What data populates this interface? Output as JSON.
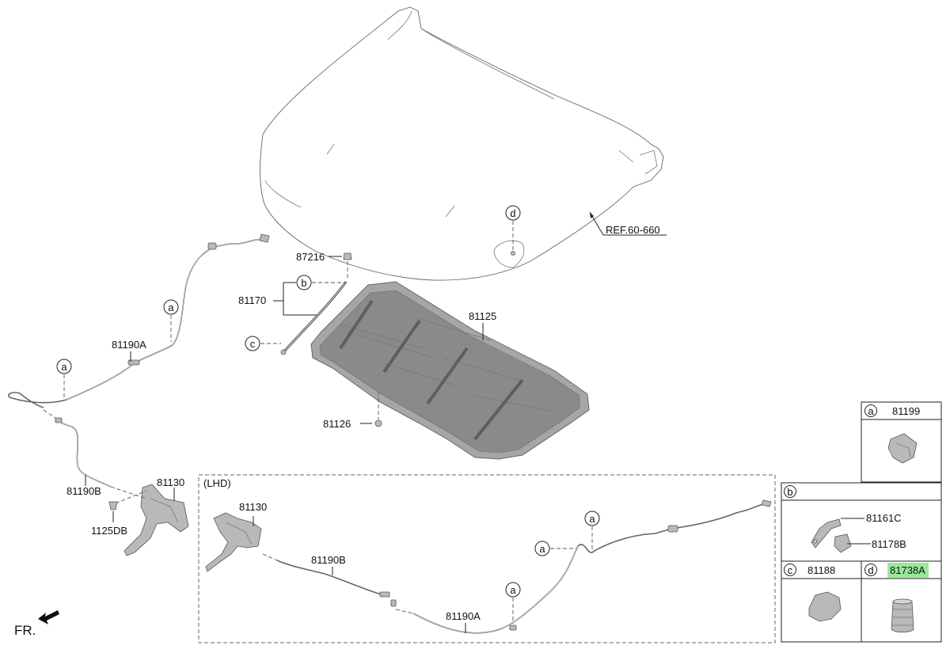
{
  "labels": {
    "hood_ref": "REF.60-660",
    "bumper_stop": "87216",
    "stay_rod": "81170",
    "insulator_pad": "81125",
    "pad_clip": "81126",
    "cable_a": "81190A",
    "cable_b": "81190B",
    "latch": "81130",
    "bolt": "1125DB",
    "lhd_latch": "81130",
    "lhd_cable_b": "81190B",
    "lhd_cable_a": "81190A",
    "lhd_title": "(LHD)",
    "front": "FR."
  },
  "callouts": {
    "a": "a",
    "b": "b",
    "c": "c",
    "d": "d"
  },
  "legend": {
    "a": {
      "letter": "a",
      "part": "81199"
    },
    "b": {
      "letter": "b",
      "parts": [
        "81161C",
        "81178B"
      ]
    },
    "c": {
      "letter": "c",
      "part": "81188"
    },
    "d": {
      "letter": "d",
      "part": "81738A",
      "highlight": "#9be89b"
    }
  }
}
